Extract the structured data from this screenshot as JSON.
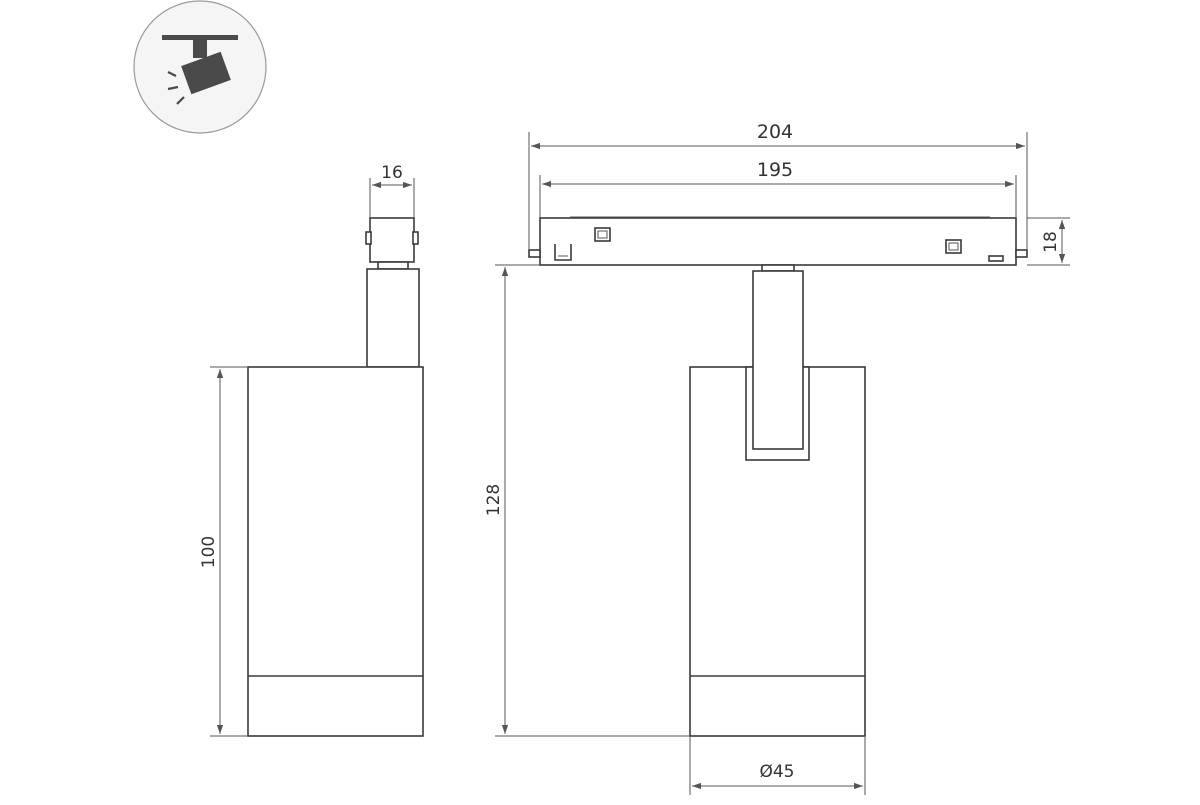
{
  "dimensions": {
    "overall_length": "204",
    "track_length": "195",
    "adapter_width": "16",
    "track_height": "18",
    "total_height": "128",
    "body_height": "100",
    "diameter": "Ø45"
  },
  "colors": {
    "line": "#3a3a3a",
    "icon_fill": "#4a4a4a",
    "icon_circle": "#f5f5f5",
    "background": "#ffffff"
  },
  "icon": {
    "name": "adjustable-track-spotlight-icon"
  }
}
